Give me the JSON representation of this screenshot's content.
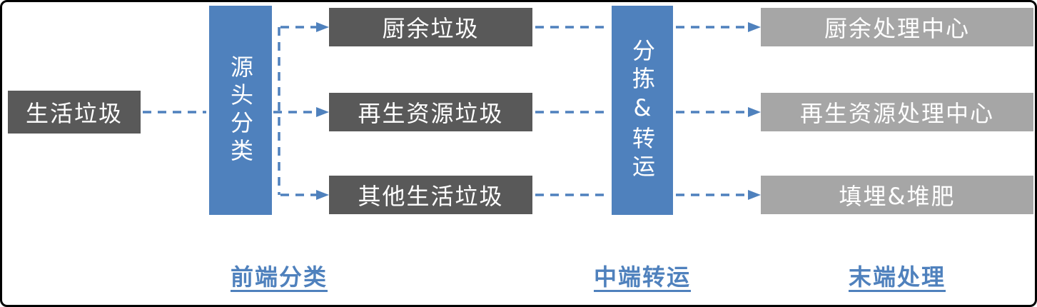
{
  "diagram": {
    "source": {
      "label": "生活垃圾"
    },
    "stages": {
      "stage1": {
        "label": "源头分类"
      },
      "stage2": {
        "label": "分拣&转运"
      }
    },
    "middle_boxes": [
      {
        "label": "厨余垃圾"
      },
      {
        "label": "再生资源垃圾"
      },
      {
        "label": "其他生活垃圾"
      }
    ],
    "end_boxes": [
      {
        "label": "厨余处理中心"
      },
      {
        "label": "再生资源处理中心"
      },
      {
        "label": "填埋&堆肥"
      }
    ],
    "footer_labels": [
      {
        "label": "前端分类"
      },
      {
        "label": "中端转运"
      },
      {
        "label": "末端处理"
      }
    ],
    "colors": {
      "dark_gray": "#595959",
      "light_gray": "#A6A6A6",
      "accent_blue": "#4F81BD",
      "box_text": "#FFFFFF"
    }
  }
}
